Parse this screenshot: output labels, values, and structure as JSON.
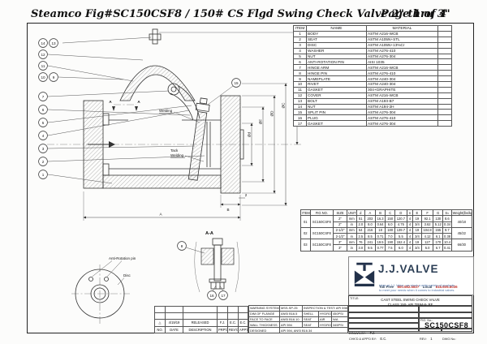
{
  "header": {
    "title": "Steamco Fig#SC150CSF8 / 150# CS Flgd Swing Check Valve 2\" thru 3\"",
    "page": "Page 1 of 4"
  },
  "parts_table": {
    "headers": [
      "ITEM",
      "NAME",
      "MATERIAL"
    ],
    "rows": [
      [
        "1",
        "BODY",
        "ASTM A216-WCB"
      ],
      [
        "2",
        "SEAT",
        "ASTM A105N+STL"
      ],
      [
        "3",
        "DISC",
        "ASTM A105N+13%Cr"
      ],
      [
        "4",
        "WASHER",
        "ASTM A276-410"
      ],
      [
        "5",
        "NUT",
        "ASTM A276-304"
      ],
      [
        "6",
        "ANTI-ROTATION PIN",
        "AISI 1035"
      ],
      [
        "7",
        "HINGE ARM",
        "ASTM A216-WCB"
      ],
      [
        "8",
        "HINGE PIN",
        "ASTM A276-410"
      ],
      [
        "9",
        "NAMEPLATE",
        "ASTM A240-304"
      ],
      [
        "10",
        "RIVET",
        "ASTM A240-304"
      ],
      [
        "11",
        "GASKET",
        "304+GRAPHITE"
      ],
      [
        "12",
        "COVER",
        "ASTM A216-WCB"
      ],
      [
        "13",
        "BOLT",
        "ASTM A193-B7"
      ],
      [
        "14",
        "NUT",
        "ASTM A194-2H"
      ],
      [
        "15",
        "SPLIT PIN",
        "ASTM A276-304"
      ],
      [
        "16",
        "PLUG",
        "ASTM A276-410"
      ],
      [
        "17",
        "GASKET",
        "ASTM A276-304"
      ]
    ]
  },
  "dim_table": {
    "headers": [
      "ITEM",
      "FIG NO.",
      "SIZE",
      "UNIT",
      "d",
      "A",
      "B",
      "C",
      "D",
      "n",
      "E",
      "F",
      "G",
      "S≈",
      "Weight(lbs/kgs)"
    ],
    "groups": [
      {
        "item": "01",
        "fig": "SC150CSF8",
        "weight": "40/18",
        "rows": [
          [
            "2\"",
            "mm",
            "51",
            "203",
            "16.3",
            "150",
            "120.7",
            "4",
            "19",
            "92.1",
            "130",
            "8.6"
          ],
          [
            "2\"",
            "in",
            "2.0",
            "8.0",
            "0.64",
            "6.0",
            "4.75",
            "4",
            "3/4",
            "3.62",
            "5.12",
            "0.34"
          ]
        ]
      },
      {
        "item": "02",
        "fig": "SC150CSF8",
        "weight": "45/22",
        "rows": [
          [
            "2-1/2\"",
            "mm",
            "64",
            "216",
            "18",
            "180",
            "139.7",
            "4",
            "19",
            "104.8",
            "155",
            "9.7"
          ],
          [
            "2-1/2\"",
            "in",
            "2.5",
            "8.5",
            "0.71",
            "7.0",
            "5.5",
            "4",
            "3/4",
            "4.12",
            "6.1",
            "0.38"
          ]
        ]
      },
      {
        "item": "03",
        "fig": "SC150CSF8",
        "weight": "66/30",
        "rows": [
          [
            "3\"",
            "mm",
            "76",
            "241",
            "19.5",
            "190",
            "152.4",
            "4",
            "19",
            "127",
            "170",
            "10.4"
          ],
          [
            "3\"",
            "in",
            "3.0",
            "9.5",
            "0.77",
            "7.5",
            "6.0",
            "4",
            "3/4",
            "5.0",
            "6.7",
            "0.41"
          ]
        ]
      }
    ]
  },
  "drawing": {
    "balloons": {
      "left": [
        "14",
        "13",
        "12",
        "11",
        "10",
        "9",
        "7",
        "6",
        "5",
        "4",
        "3",
        "2",
        "1"
      ],
      "cover": "15",
      "section": "8",
      "section_nut": "16",
      "section_pin": "17"
    },
    "labels": {
      "welding": "Welding",
      "tack_line1": "Tack",
      "tack_line2": "Welding",
      "section_aa": "A-A",
      "anti_rotation": "Anti-Rotation pin",
      "disc": "Disc",
      "flag_a": "A"
    },
    "dims": {
      "a": "A",
      "b": "B",
      "two": "2",
      "dia_d_small": "Ød",
      "dia_f": "ØF",
      "dia_d": "ØD",
      "dia_c": "ØC",
      "g": "G"
    }
  },
  "rev_table": {
    "entry": {
      "no": "△",
      "date": "4/19/19",
      "desc": "RELEASED",
      "prpd": "F.J.",
      "revd": "E.C.",
      "appd": "E.C."
    },
    "headers": [
      "NO.",
      "DATE",
      "DESCRIPTION",
      "PRP'D",
      "REV'D",
      "APP'D"
    ]
  },
  "spec_table": {
    "r1": {
      "label": "WARNING SYSTEM",
      "value": "MSS-SP-25",
      "right": "INSPECTION & TEST: API 598"
    },
    "r2": {
      "label": "DIM.OF FLANGE",
      "value": "ANSI B16.5",
      "test": "SHELL",
      "type": "HYDRO",
      "result": "450PSI"
    },
    "r3": {
      "label": "FACE TO FACE",
      "value": "ANSI B16.10",
      "test": "SEAT",
      "type": "AIR",
      "result": "N/A"
    },
    "r4": {
      "label": "WALL THICKNESS",
      "value": "API 594",
      "test": "SEAT",
      "type": "HYDRO",
      "result": "345PSI"
    },
    "r5": {
      "label": "DESIGNED",
      "value": "API 594, ANSI B16.34"
    }
  },
  "title_block": {
    "title_label": "TITLE:",
    "title_line1": "CAST STEEL SWING CHECK VALVE",
    "title_line2": "CLASS 150- API TRIM-8- RF",
    "material_label": "MATERIAL:",
    "material": "ASTM A216 WCB",
    "units_label": "UNITS:",
    "units": "Inch, mm",
    "class_label": "CLASS:",
    "class": "150",
    "date_label": "DATE:",
    "date": "4/19/19",
    "scale_label": "SCALE:",
    "scale": "N.T.S.",
    "size_label": "SIZE:",
    "size": "2\"~3\"",
    "fig_label": "FIG. No.:",
    "fig_big": "SC150CSF8",
    "drawn_label": "DRAWN BY:",
    "drawn": "F.J.",
    "chkd_label": "CHK'D & APP'D BY:",
    "chkd": "E.C.",
    "rev_label": "REV:",
    "rev": "1",
    "dwg_label": "DWG No.:"
  },
  "logo_box": {
    "brand": "J.J.VALVE",
    "toll_label": "Toll Free",
    "toll": "800.582.5837",
    "local_label": "Local",
    "local": "818.605.8036",
    "tagline1": "Here at J.J. Valve, we stock a wide variety of products",
    "tagline2": "to meet your needs when it comes to industrial valves."
  }
}
